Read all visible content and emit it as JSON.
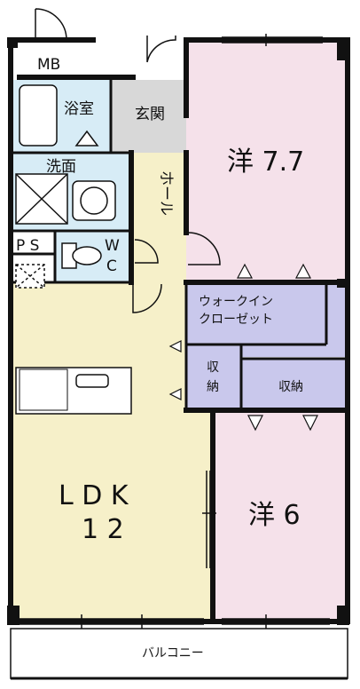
{
  "rooms": {
    "mb": "MB",
    "bath": "浴室",
    "entrance": "玄関",
    "western1": "洋 7.7",
    "washroom": "洗面",
    "hall": "ホール",
    "ps": "P S",
    "wc_w": "W",
    "wc_c": "C",
    "walkin_line1": "ウォークイン",
    "walkin_line2": "クローゼット",
    "storage_left_1": "収",
    "storage_left_2": "納",
    "storage_right": "収納",
    "ldk_line1": "L D K",
    "ldk_line2": "1 2",
    "western2": "洋 6",
    "balcony": "バルコニー"
  },
  "colors": {
    "western": "#f5e1ea",
    "ldk": "#f6f0c9",
    "wet": "#d7ecf6",
    "closet": "#c9c8ec",
    "entrance": "#d8d8d8",
    "wall": "#111111"
  }
}
